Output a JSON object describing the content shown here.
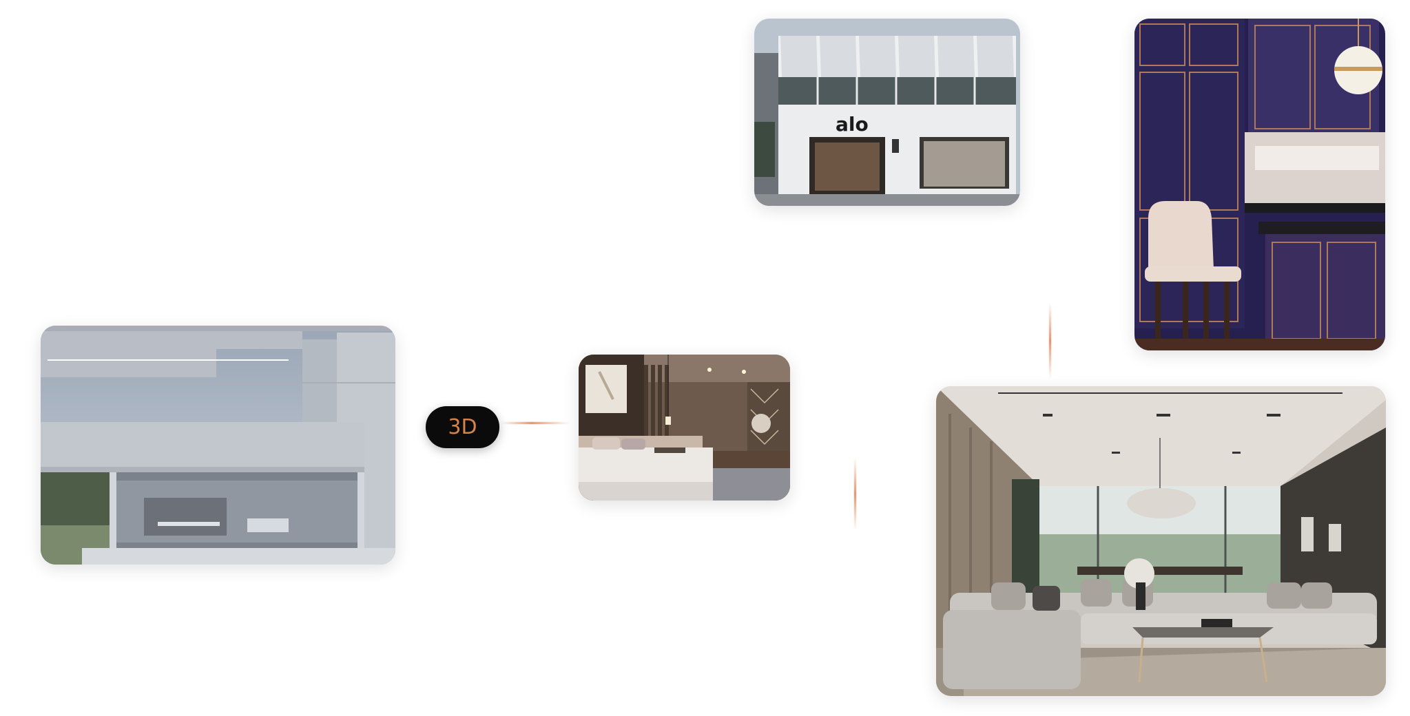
{
  "badge": {
    "label": "3D"
  },
  "storefront": {
    "logo_text": "alo"
  },
  "cards": [
    {
      "name": "modern-house-exterior"
    },
    {
      "name": "bedroom-interior"
    },
    {
      "name": "alo-storefront"
    },
    {
      "name": "navy-kitchen"
    },
    {
      "name": "living-room"
    }
  ],
  "colors": {
    "accent": "#d6824a",
    "badge_bg": "#0b0b0b",
    "kitchen_navy": "#2c2658",
    "page_bg": "#ffffff"
  }
}
